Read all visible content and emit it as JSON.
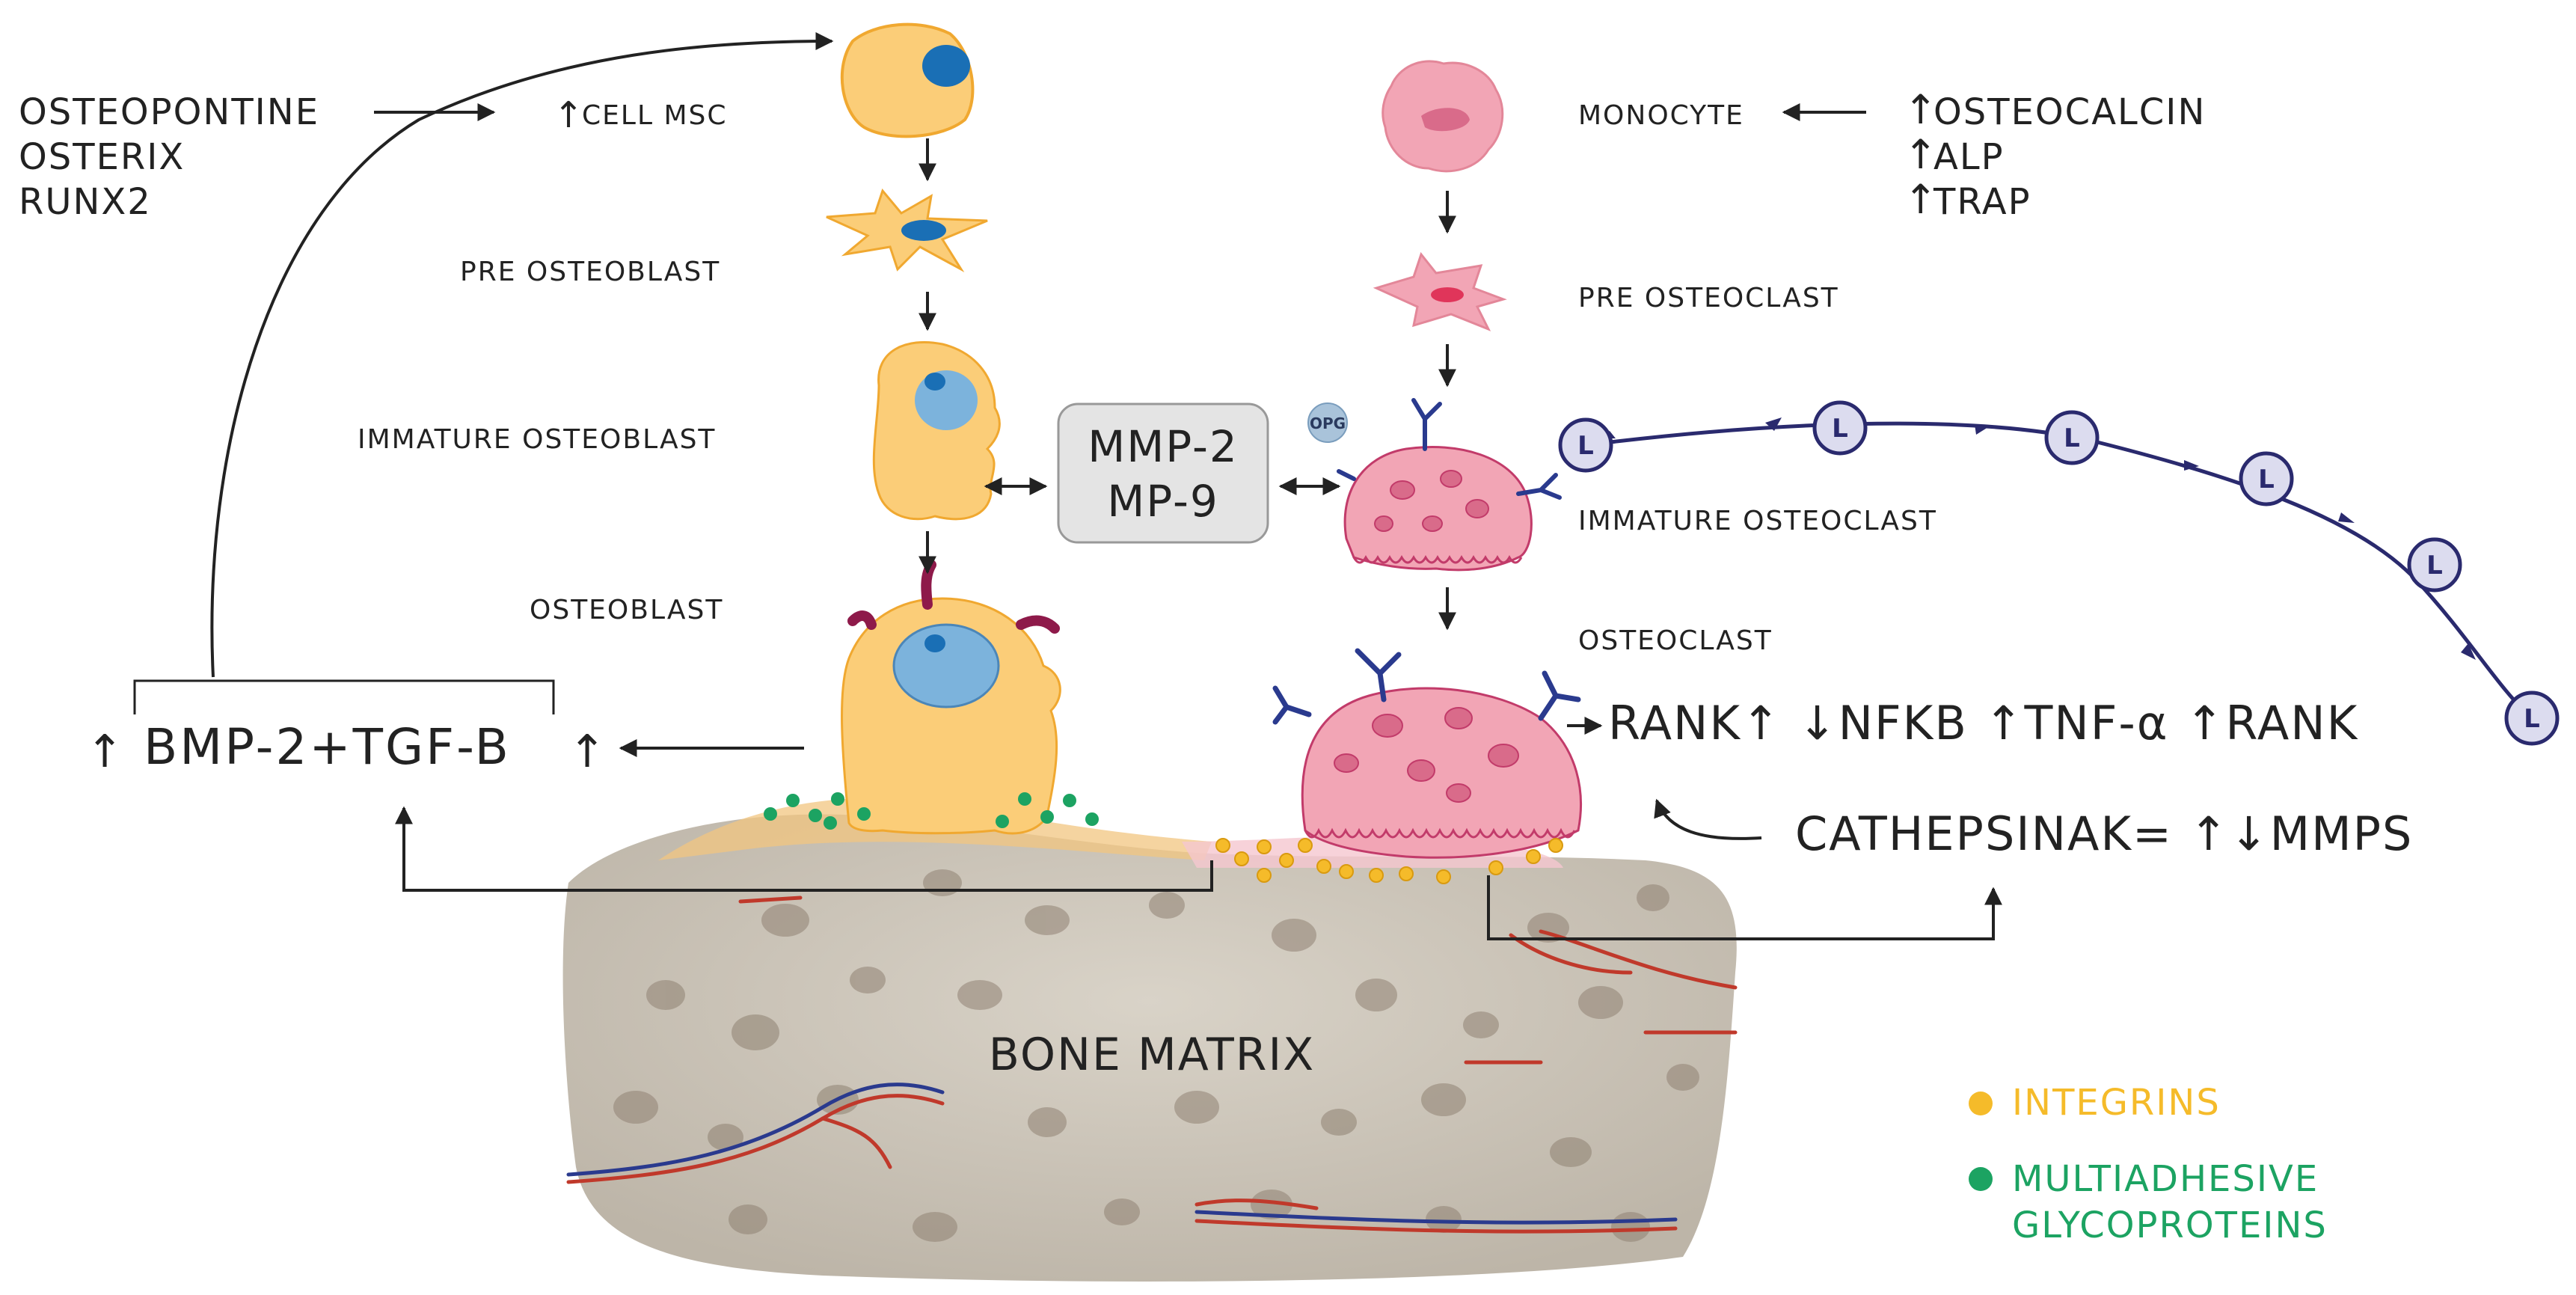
{
  "labels": {
    "osteopontine": "OSTEOPONTINE",
    "osterix": "OSTERIX",
    "runx2": "RUNX2",
    "cell_msc": "CELL MSC",
    "pre_osteoblast": "PRE OSTEOBLAST",
    "immature_osteoblast": "IMMATURE OSTEOBLAST",
    "osteoblast": "OSTEOBLAST",
    "bmp_tgf": "BMP-2+TGF-B",
    "mmp2": "MMP-2",
    "mp9": "MP-9",
    "opg": "OPG",
    "monocyte": "MONOCYTE",
    "osteocalcin": "OSTEOCALCIN",
    "alp": "ALP",
    "trap": "TRAP",
    "pre_osteoclast": "PRE OSTEOCLAST",
    "immature_osteoclast": "IMMATURE OSTEOCLAST",
    "osteoclast": "OSTEOCLAST",
    "rank_line": "RANK↑ ↓NFKB ↑TNF-α ↑RANK",
    "cathepsin_line": "CATHEPSINAK= ↑↓MMPS",
    "bone_matrix": "BONE MATRIX",
    "ligand": "L",
    "up_arrow": "↑"
  },
  "legend": [
    {
      "label": "INTEGRINS",
      "color": "#f5bb2a"
    },
    {
      "label": "MULTIADHESIVE",
      "color": "#1ca362"
    },
    {
      "label": "GLYCOPROTEINS",
      "color": "#1ca362"
    }
  ],
  "colors": {
    "osteoblast": "#fbcd78",
    "osteoclast": "#f2a5b5",
    "ligand_chain": "#2a2a6e",
    "bone": "#cfc8bd",
    "integrin": "#f5bb2a",
    "glycoprotein": "#1ca362"
  }
}
